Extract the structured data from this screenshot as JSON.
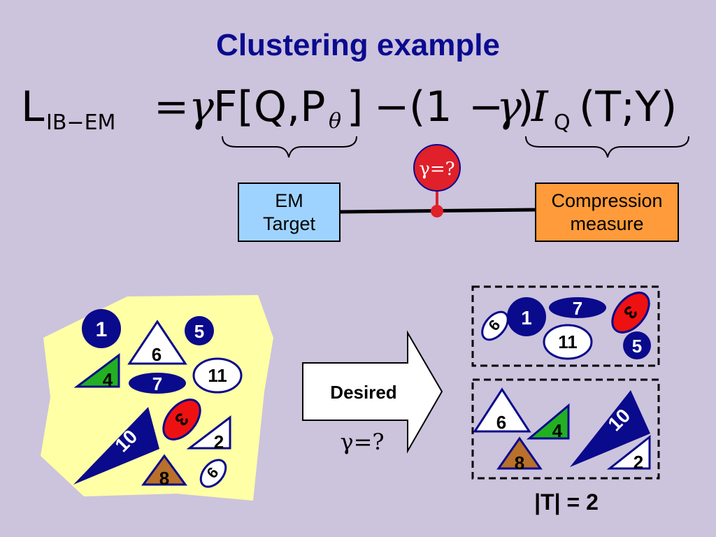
{
  "title": "Clustering example",
  "formula": {
    "L": "L",
    "subscript": "IB−EM",
    "equals": "=",
    "gamma": "γ",
    "F_open": "F[Q,P",
    "theta": "θ",
    "F_close": "]",
    "minus1": "−",
    "one_open": "(1",
    "minus2": "−",
    "gamma2": "γ",
    "close_paren": ")",
    "I": "I",
    "I_sub": "Q",
    "I_args": "(T;Y)"
  },
  "em_target": {
    "line1": "EM",
    "line2": "Target"
  },
  "compression": {
    "line1": "Compression",
    "line2": "measure"
  },
  "gamma_knob": "γ=?",
  "arrow": {
    "label": "Desired",
    "gamma": "γ=?"
  },
  "items": [
    "1",
    "2",
    "3",
    "4",
    "5",
    "6",
    "7",
    "8",
    "9",
    "10",
    "11"
  ],
  "t_size": "|T| = 2",
  "colors": {
    "title": "#0b0b8f",
    "navy": "#0a0a8c",
    "green": "#22b022",
    "red": "#ee1111",
    "brown": "#b8702a",
    "yellow": "#ffffa6",
    "em_target": "#9fd3ff",
    "compression": "#ff9b3a",
    "knob": "#e0202a"
  }
}
